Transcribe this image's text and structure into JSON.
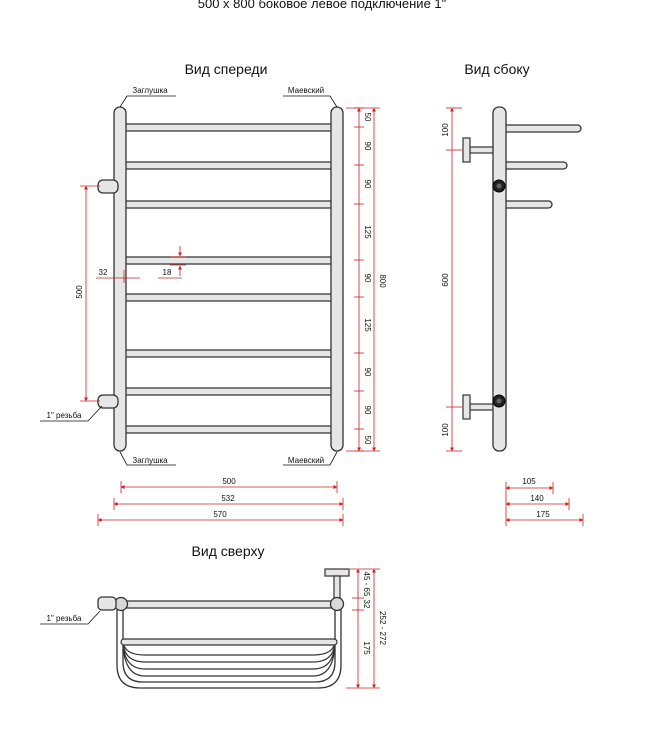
{
  "title": "500 х 800 боковое левое подключение 1\"",
  "views": {
    "front": "Вид спереди",
    "side": "Вид сбоку",
    "top": "Вид сверху"
  },
  "labels": {
    "plug_top": "Заглушка",
    "plug_bottom": "Заглушка",
    "mayevsky_top": "Маевский",
    "mayevsky_bottom": "Маевский",
    "thread_front": "1\" резьба",
    "thread_top": "1\" резьба"
  },
  "front_dims": {
    "spacing": [
      "50",
      "90",
      "90",
      "125",
      "90",
      "125",
      "90",
      "90",
      "50"
    ],
    "total_height": "800",
    "connection": "500",
    "offset_32": "32",
    "offset_18": "18",
    "width_500": "500",
    "width_532": "532",
    "width_570": "570"
  },
  "side_dims": {
    "top_100": "100",
    "center_600": "600",
    "bottom_100": "100",
    "d105": "105",
    "d140": "140",
    "d175": "175"
  },
  "top_dims": {
    "wall": "45 - 65",
    "d32": "32",
    "d175": "175",
    "total": "252 - 272"
  },
  "colors": {
    "dimension": "#cc2222",
    "pipe": "#333333",
    "pipe_fill": "#e6e6e6"
  }
}
